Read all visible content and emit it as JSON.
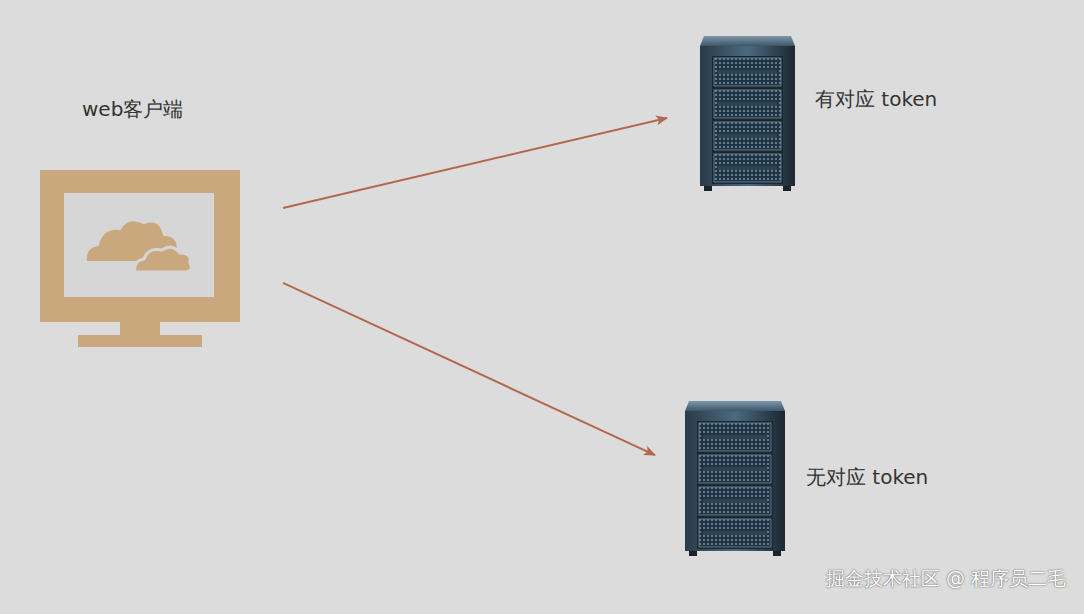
{
  "diagram": {
    "nodes": [
      {
        "text": [
          "web客户端"
        ]
      },
      {
        "text": [
          "有对应 token"
        ]
      },
      {
        "text": [
          "无对应 token"
        ]
      }
    ],
    "edges": [
      {
        "from": 0,
        "to": 1,
        "arrow": "to"
      },
      {
        "from": 0,
        "to": 2,
        "arrow": "to"
      }
    ],
    "labels": [
      "掘金技术社区 @ 程序员二毛"
    ]
  }
}
